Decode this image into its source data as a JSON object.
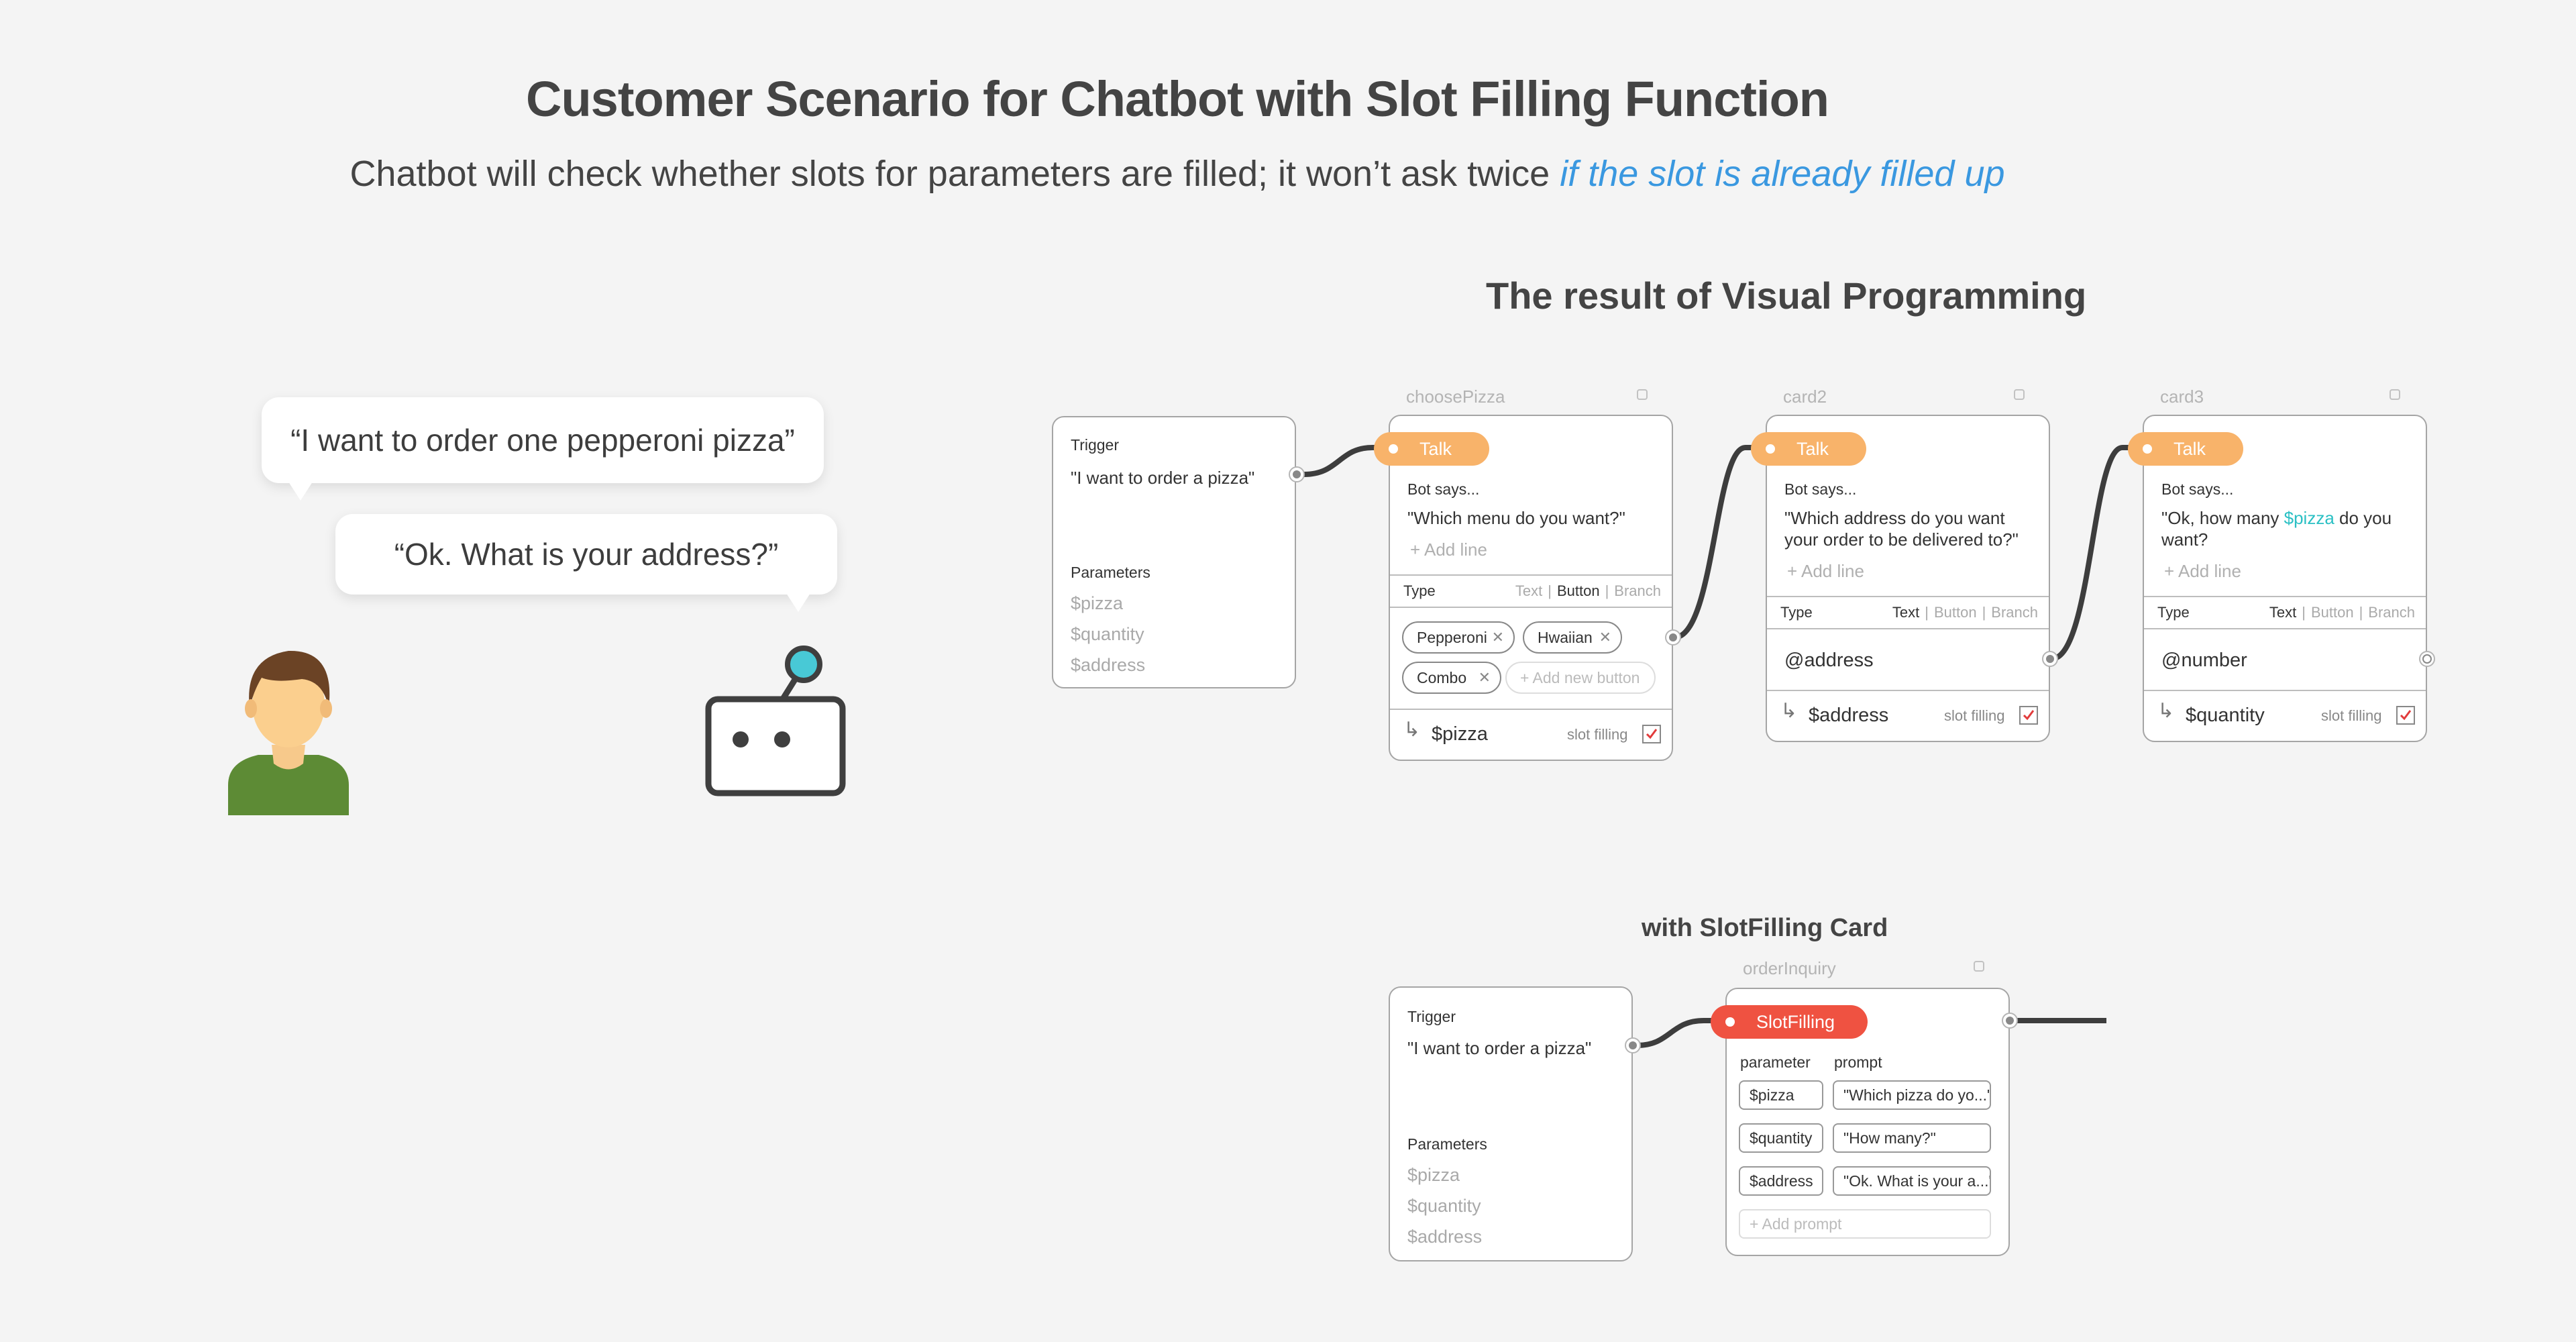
{
  "header": {
    "title": "Customer Scenario for  Chatbot with Slot Filling Function",
    "subtitle_main": "Chatbot will check whether slots for parameters are filled; it won’t ask twice",
    "subtitle_highlight": "if the slot is already filled up"
  },
  "scenario": {
    "user_bubble": "“I want to order one pepperoni pizza”",
    "bot_bubble": "“Ok. What is your address?”"
  },
  "visual_programming": {
    "heading": "The result of Visual Programming",
    "trigger": {
      "label": "Trigger",
      "text": "\"I want to order a pizza\"",
      "params_label": "Parameters",
      "params": [
        "$pizza",
        "$quantity",
        "$address"
      ]
    },
    "cards": [
      {
        "caption": "choosePizza",
        "pill": "Talk",
        "bot_says": "Bot says...",
        "message": "\"Which menu do you want?\"",
        "add_line": "+ Add line",
        "type_label": "Type",
        "type_options": [
          "Text",
          "Button",
          "Branch"
        ],
        "buttons": [
          "Pepperoni",
          "Hwaiian",
          "Combo"
        ],
        "add_button": "+ Add new button",
        "variable": "$pizza",
        "slot_filling": "slot filling"
      },
      {
        "caption": "card2",
        "pill": "Talk",
        "bot_says": "Bot says...",
        "message_line1": "\"Which address do you want",
        "message_line2": "your order to be delivered to?\"",
        "add_line": "+ Add line",
        "type_label": "Type",
        "type_options": [
          "Text",
          "Button",
          "Branch"
        ],
        "entity": "@address",
        "variable": "$address",
        "slot_filling": "slot filling"
      },
      {
        "caption": "card3",
        "pill": "Talk",
        "bot_says": "Bot says...",
        "message_pre": "\"Ok, how many ",
        "message_var": "$pizza",
        "message_post": " do you",
        "message_line2": "want?",
        "add_line": "+ Add line",
        "type_label": "Type",
        "type_options": [
          "Text",
          "Button",
          "Branch"
        ],
        "entity": "@number",
        "variable": "$quantity",
        "slot_filling": "slot filling"
      }
    ]
  },
  "slotfilling_section": {
    "heading": "with SlotFilling Card",
    "trigger": {
      "label": "Trigger",
      "text": "\"I want to order a pizza\"",
      "params_label": "Parameters",
      "params": [
        "$pizza",
        "$quantity",
        "$address"
      ]
    },
    "card": {
      "caption": "orderInquiry",
      "pill": "SlotFilling",
      "col_parameter": "parameter",
      "col_prompt": "prompt",
      "rows": [
        {
          "parameter": "$pizza",
          "prompt": "\"Which pizza do yo...\""
        },
        {
          "parameter": "$quantity",
          "prompt": "\"How many?\""
        },
        {
          "parameter": "$address",
          "prompt": "\"Ok. What is your a...\""
        }
      ],
      "add_prompt": "+ Add prompt"
    }
  },
  "colors": {
    "talk": "#f8b36a",
    "slotfilling": "#ef5241",
    "highlight": "#3a98e0",
    "variable_teal": "#2bc0c4",
    "robot_eye": "#48c9d6",
    "user_shirt": "#5d8b35"
  }
}
